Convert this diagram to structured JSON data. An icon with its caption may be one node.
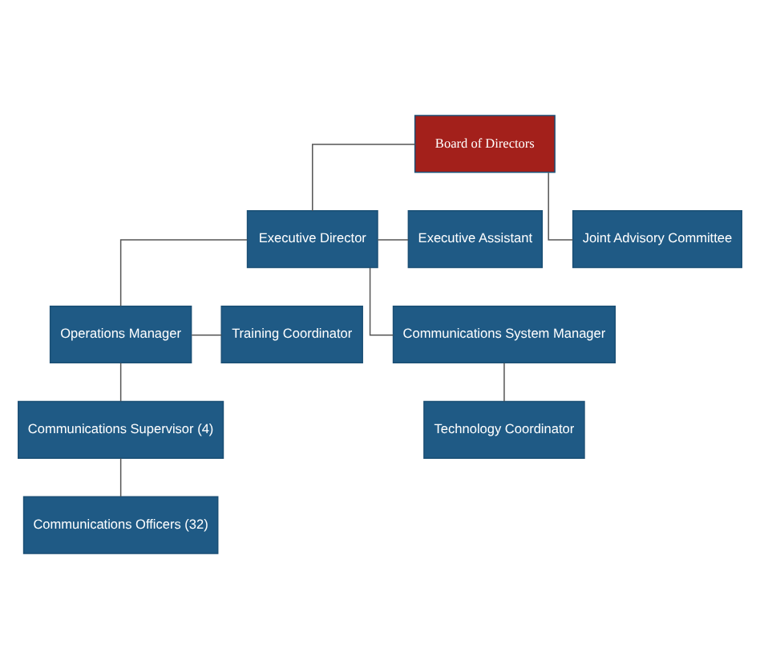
{
  "diagram": {
    "nodes": [
      {
        "text": [
          "Board of Directors"
        ]
      },
      {
        "text": [
          "Joint Advisory Committee"
        ]
      },
      {
        "text": [
          "Executive Assistant"
        ]
      },
      {
        "text": [
          "Executive Director"
        ]
      },
      {
        "text": [
          "Training Coordinator"
        ]
      },
      {
        "text": [
          "Operations Manager"
        ]
      },
      {
        "text": [
          "Communications System Manager"
        ]
      },
      {
        "text": [
          "Communications Supervisor (4)"
        ]
      },
      {
        "text": [
          "Technology Coordinator"
        ]
      },
      {
        "text": [
          "Communications Officers (32)"
        ]
      }
    ],
    "edges": [
      {
        "from": 0,
        "to": 1,
        "arrow": "none"
      },
      {
        "from": 0,
        "to": 3,
        "arrow": "none"
      },
      {
        "from": 2,
        "to": 3,
        "arrow": "none"
      },
      {
        "from": 3,
        "to": 5,
        "arrow": "none"
      },
      {
        "from": 3,
        "to": 6,
        "arrow": "none"
      },
      {
        "from": 4,
        "to": 5,
        "arrow": "none"
      },
      {
        "from": 5,
        "to": 7,
        "arrow": "none"
      },
      {
        "from": 6,
        "to": 8,
        "arrow": "none"
      },
      {
        "from": 7,
        "to": 9,
        "arrow": "none"
      }
    ]
  }
}
